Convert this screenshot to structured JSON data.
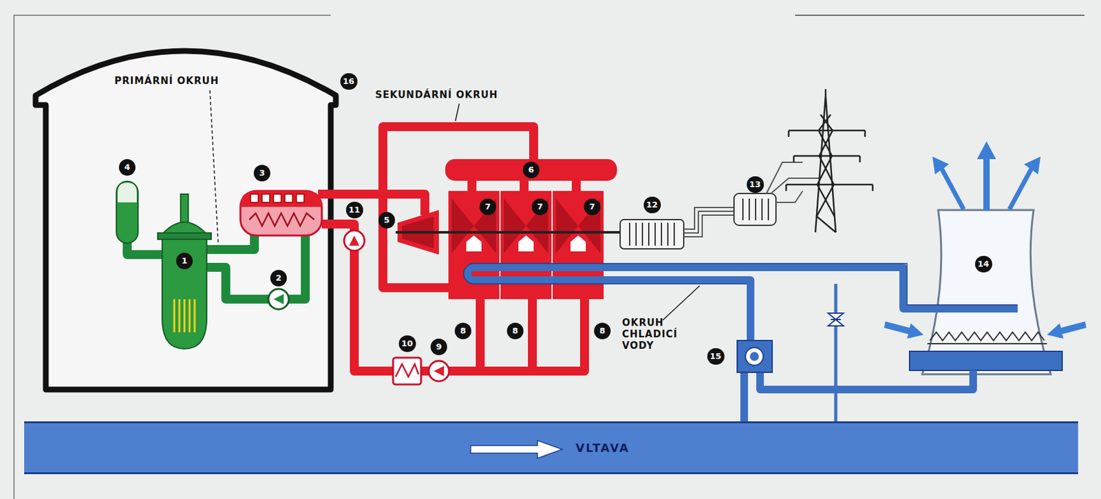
{
  "diagram": {
    "nodes": [
      {
        "text": [
          "VLTAVA"
        ]
      }
    ],
    "labels": [
      "16",
      "PRIMÁRNÍ OKRUH",
      "SEKUNDÁRNÍ OKRUH",
      "4",
      "3",
      "13",
      "6",
      "11",
      "7",
      "7",
      "7",
      "5",
      "12",
      "1",
      "14",
      "2",
      "8",
      "8",
      "8",
      "OKRUH CHLADICÍ VODY",
      "10",
      "9",
      "15"
    ]
  }
}
